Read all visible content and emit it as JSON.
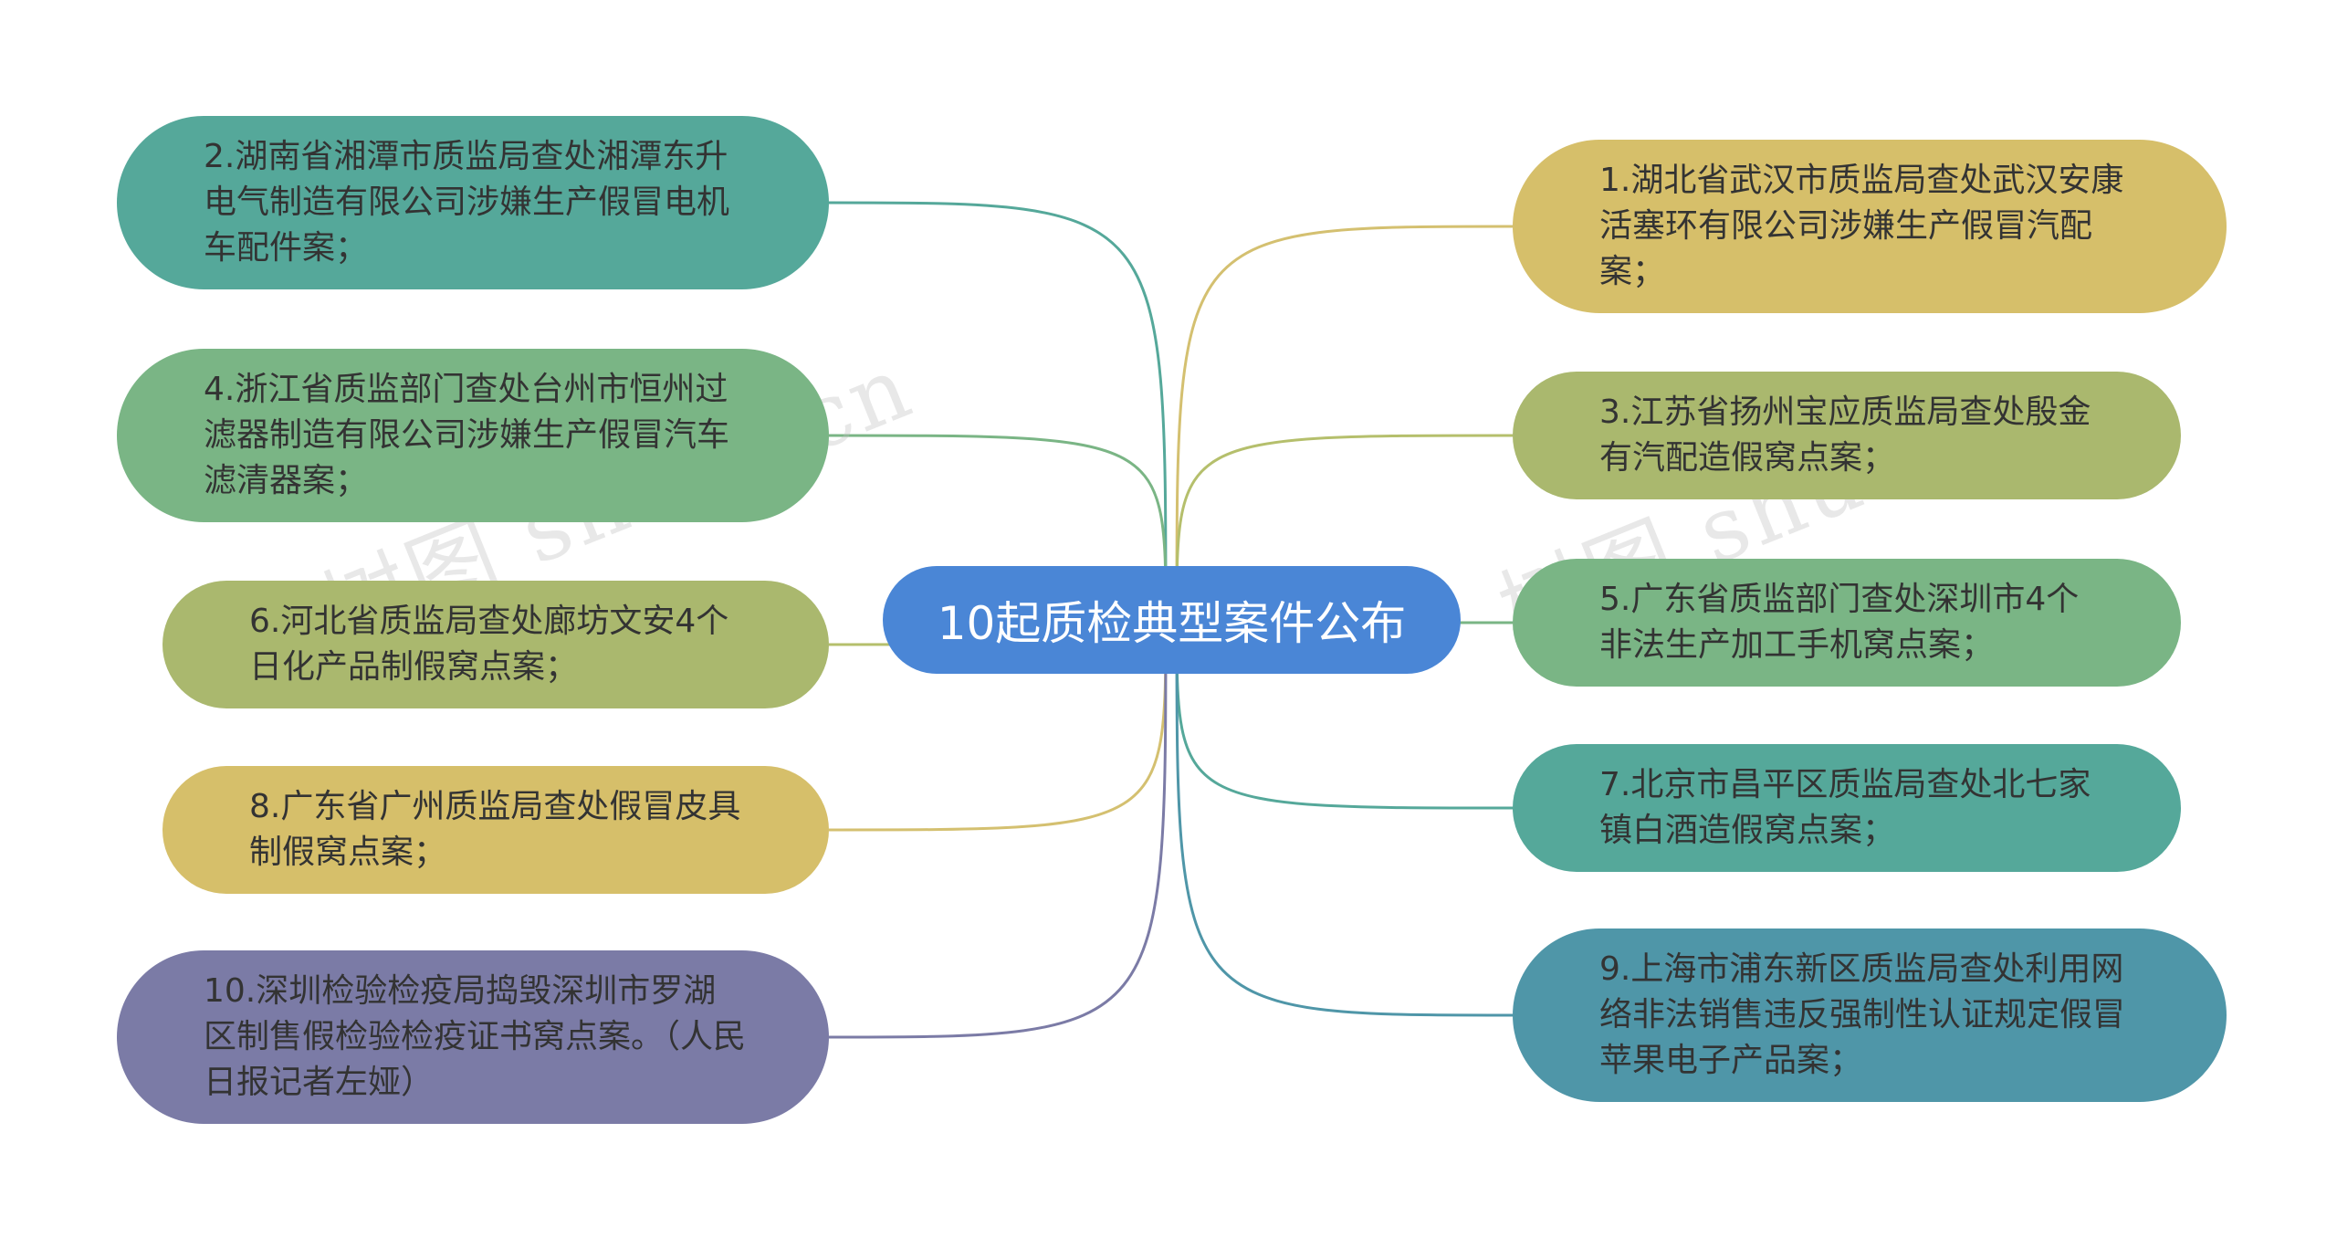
{
  "root": {
    "label": "10起质检典型案件公布",
    "color": "#4a86d6"
  },
  "branches": [
    {
      "id": "n1",
      "label": "1.湖北省武汉市质监局查处武汉安康活塞环有限公司涉嫌生产假冒汽配案；",
      "color": "#d6bf6a",
      "line": "#d4c070"
    },
    {
      "id": "n2",
      "label": "2.湖南省湘潭市质监局查处湘潭东升电气制造有限公司涉嫌生产假冒电机车配件案；",
      "color": "#55a89a",
      "line": "#55a89a"
    },
    {
      "id": "n3",
      "label": "3.江苏省扬州宝应质监局查处殷金有汽配造假窝点案；",
      "color": "#aab86e",
      "line": "#b5bf6c"
    },
    {
      "id": "n4",
      "label": "4.浙江省质监部门查处台州市恒州过滤器制造有限公司涉嫌生产假冒汽车滤清器案；",
      "color": "#7ab585",
      "line": "#7ab585"
    },
    {
      "id": "n5",
      "label": "5.广东省质监部门查处深圳市4个非法生产加工手机窝点案；",
      "color": "#7ab585",
      "line": "#7ab585"
    },
    {
      "id": "n6",
      "label": "6.河北省质监局查处廊坊文安4个日化产品制假窝点案；",
      "color": "#aab86e",
      "line": "#b5bf6c"
    },
    {
      "id": "n7",
      "label": "7.北京市昌平区质监局查处北七家镇白酒造假窝点案；",
      "color": "#55a89a",
      "line": "#55a89a"
    },
    {
      "id": "n8",
      "label": "8.广东省广州质监局查处假冒皮具制假窝点案；",
      "color": "#d6bf6a",
      "line": "#d4c070"
    },
    {
      "id": "n9",
      "label": "9.上海市浦东新区质监局查处利用网络非法销售违反强制性认证规定假冒苹果电子产品案；",
      "color": "#4f96a8",
      "line": "#4f96a8"
    },
    {
      "id": "n10",
      "label": "10.深圳检验检疫局捣毁深圳市罗湖区制售假检验检疫证书窝点案。（人民日报记者左娅）",
      "color": "#7b7ba6",
      "line": "#7b7ba6"
    }
  ]
}
